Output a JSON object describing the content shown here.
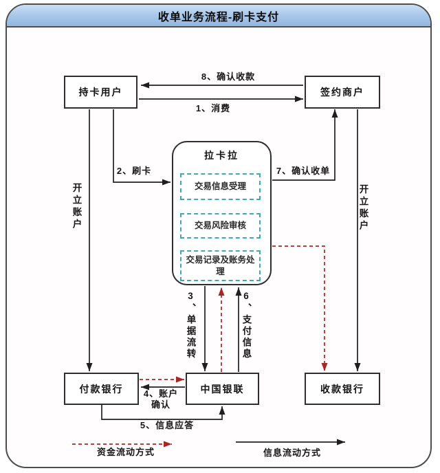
{
  "title": "收单业务流程-刷卡支付",
  "nodes": {
    "cardholder": "持卡用户",
    "merchant": "签约商户",
    "lakala": "拉卡拉",
    "step_info_accept": "交易信息受理",
    "step_risk_review": "交易风险审核",
    "step_record_accounting": "交易记录及账务处理",
    "paying_bank": "付款银行",
    "unionpay": "中国银联",
    "receiving_bank": "收款银行"
  },
  "edges": {
    "confirm_receipt": "8、确认收款",
    "consume": "1、消费",
    "swipe_card": "2、刷卡",
    "confirm_acquiring": "7、确认收单",
    "open_account_left": "开立账户",
    "open_account_right": "开立账户",
    "document_flow": "3、单据流转",
    "payment_info": "6、支付信息",
    "account_confirm": "4、账户确认",
    "info_response": "5、信息应答"
  },
  "legend": {
    "fund_flow": "资金流动方式",
    "info_flow": "信息流动方式"
  },
  "colors": {
    "header_blue": "#a9c7e9",
    "fund_flow_red": "#a72626",
    "process_dash_teal": "#3fa8b5",
    "line_black": "#1f1f1f"
  }
}
